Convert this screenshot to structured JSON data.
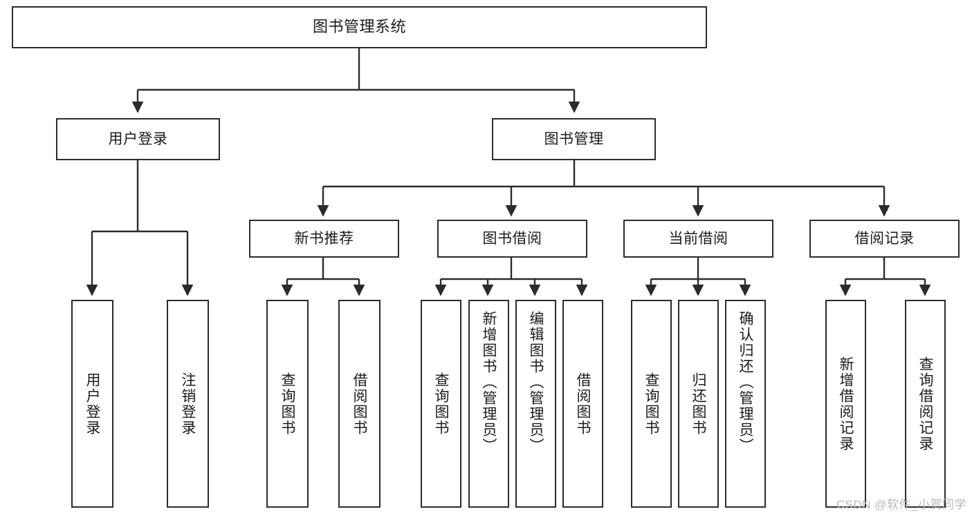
{
  "diagram": {
    "title": "图书管理系统",
    "watermark": "CSDN @软件_小贺同学",
    "colors": {
      "border": "#2b2b2b",
      "background": "#ffffff",
      "text": "#1b1b1b",
      "connector": "#2b2b2b",
      "watermark": "#b9b9b9"
    },
    "levels": {
      "root": "图书管理系统",
      "level2": [
        "用户登录",
        "图书管理"
      ],
      "level3": [
        "新书推荐",
        "图书借阅",
        "当前借阅",
        "借阅记录"
      ]
    },
    "nodes": {
      "root": "图书管理系统",
      "user_login": "用户登录",
      "book_manage": "图书管理",
      "new_book_rec": "新书推荐",
      "book_borrow": "图书借阅",
      "current_borrow": "当前借阅",
      "borrow_record": "借阅记录",
      "leaf_user_login": "用户登录",
      "leaf_logout": "注销登录",
      "leaf_query_book_1": "查询图书",
      "leaf_borrow_book_1": "借阅图书",
      "leaf_query_book_2": "查询图书",
      "leaf_add_book_admin": "新增图书（管理员）",
      "leaf_edit_book_admin": "编辑图书（管理员）",
      "leaf_borrow_book_2": "借阅图书",
      "leaf_query_book_3": "查询图书",
      "leaf_return_book": "归还图书",
      "leaf_confirm_return_admin": "确认归还（管理员）",
      "leaf_add_record": "新增借阅记录",
      "leaf_query_record": "查询借阅记录"
    },
    "tree": {
      "label": "图书管理系统",
      "children": [
        {
          "label": "用户登录",
          "children": [
            {
              "label": "用户登录"
            },
            {
              "label": "注销登录"
            }
          ]
        },
        {
          "label": "图书管理",
          "children": [
            {
              "label": "新书推荐",
              "children": [
                {
                  "label": "查询图书"
                },
                {
                  "label": "借阅图书"
                }
              ]
            },
            {
              "label": "图书借阅",
              "children": [
                {
                  "label": "查询图书"
                },
                {
                  "label": "新增图书（管理员）"
                },
                {
                  "label": "编辑图书（管理员）"
                },
                {
                  "label": "借阅图书"
                }
              ]
            },
            {
              "label": "当前借阅",
              "children": [
                {
                  "label": "查询图书"
                },
                {
                  "label": "归还图书"
                },
                {
                  "label": "确认归还（管理员）"
                }
              ]
            },
            {
              "label": "借阅记录",
              "children": [
                {
                  "label": "新增借阅记录"
                },
                {
                  "label": "查询借阅记录"
                }
              ]
            }
          ]
        }
      ]
    }
  }
}
